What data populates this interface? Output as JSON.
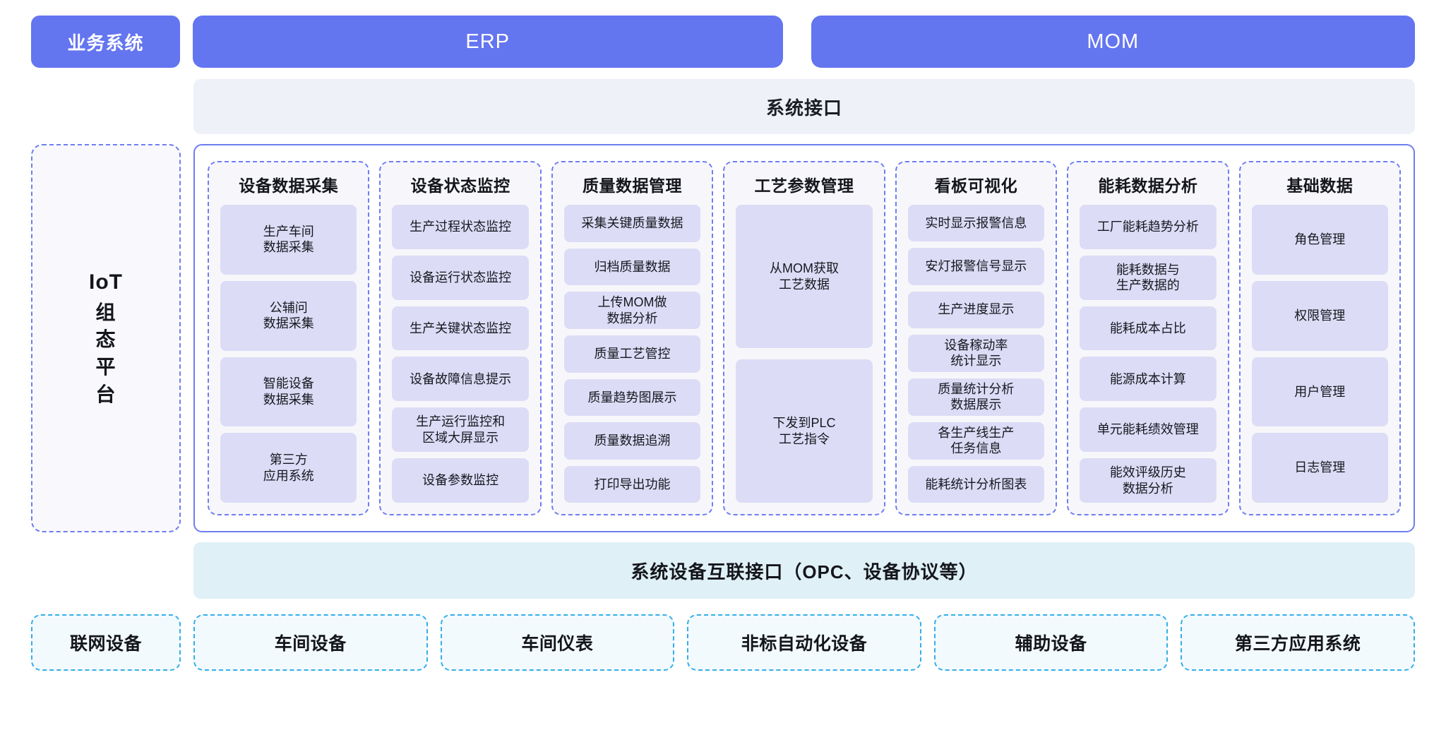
{
  "colors": {
    "brand_indigo": "#6475f0",
    "panel_gray": "#eef1f8",
    "pill_lavender": "#dcdcf6",
    "cyan_border": "#35aee8",
    "cyan_fill": "#dff0f7"
  },
  "top": {
    "business_label": "业务系统",
    "systems": [
      {
        "name": "ERP"
      },
      {
        "name": "MOM"
      }
    ]
  },
  "system_interface": {
    "label": "系统接口"
  },
  "left_platform": {
    "label": "IoT组态平台",
    "chars": [
      "IoT",
      "组",
      "态",
      "平",
      "台"
    ]
  },
  "modules": [
    {
      "title": "设备数据采集",
      "items": [
        "生产车间\n数据采集",
        "公辅问\n数据采集",
        "智能设备\n数据采集",
        "第三方\n应用系统"
      ]
    },
    {
      "title": "设备状态监控",
      "items": [
        "生产过程状态监控",
        "设备运行状态监控",
        "生产关键状态监控",
        "设备故障信息提示",
        "生产运行监控和\n区域大屏显示",
        "设备参数监控"
      ]
    },
    {
      "title": "质量数据管理",
      "items": [
        "采集关键质量数据",
        "归档质量数据",
        "上传MOM做\n数据分析",
        "质量工艺管控",
        "质量趋势图展示",
        "质量数据追溯",
        "打印导出功能"
      ]
    },
    {
      "title": "工艺参数管理",
      "items": [
        "从MOM获取\n工艺数据",
        "下发到PLC\n工艺指令"
      ]
    },
    {
      "title": "看板可视化",
      "items": [
        "实时显示报警信息",
        "安灯报警信号显示",
        "生产进度显示",
        "设备稼动率\n统计显示",
        "质量统计分析\n数据展示",
        "各生产线生产\n任务信息",
        "能耗统计分析图表"
      ]
    },
    {
      "title": "能耗数据分析",
      "items": [
        "工厂能耗趋势分析",
        "能耗数据与\n生产数据的",
        "能耗成本占比",
        "能源成本计算",
        "单元能耗绩效管理",
        "能效评级历史\n数据分析"
      ]
    },
    {
      "title": "基础数据",
      "items": [
        "角色管理",
        "权限管理",
        "用户管理",
        "日志管理"
      ]
    }
  ],
  "device_interface": {
    "label": "系统设备互联接口（OPC、设备协议等）"
  },
  "devices": [
    "联网设备",
    "车间设备",
    "车间仪表",
    "非标自动化设备",
    "辅助设备",
    "第三方应用系统"
  ]
}
